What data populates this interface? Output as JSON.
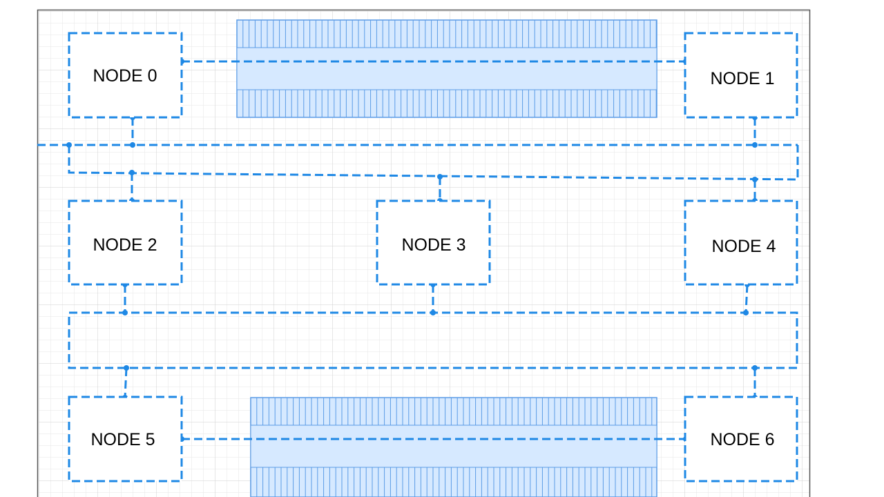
{
  "nodes": [
    {
      "id": "n0",
      "label": "NODE 0"
    },
    {
      "id": "n1",
      "label": "NODE 1"
    },
    {
      "id": "n2",
      "label": "NODE 2"
    },
    {
      "id": "n3",
      "label": "NODE 3"
    },
    {
      "id": "n4",
      "label": "NODE 4"
    },
    {
      "id": "n5",
      "label": "NODE 5"
    },
    {
      "id": "n6",
      "label": "NODE 6"
    }
  ],
  "colors": {
    "link": "#1e88e5",
    "grid_minor": "#e6e6e6",
    "grid_major": "#cfcfcf",
    "bus_fill": "#d6e9ff",
    "bus_stroke": "#5a9be6",
    "frame": "#555555"
  }
}
